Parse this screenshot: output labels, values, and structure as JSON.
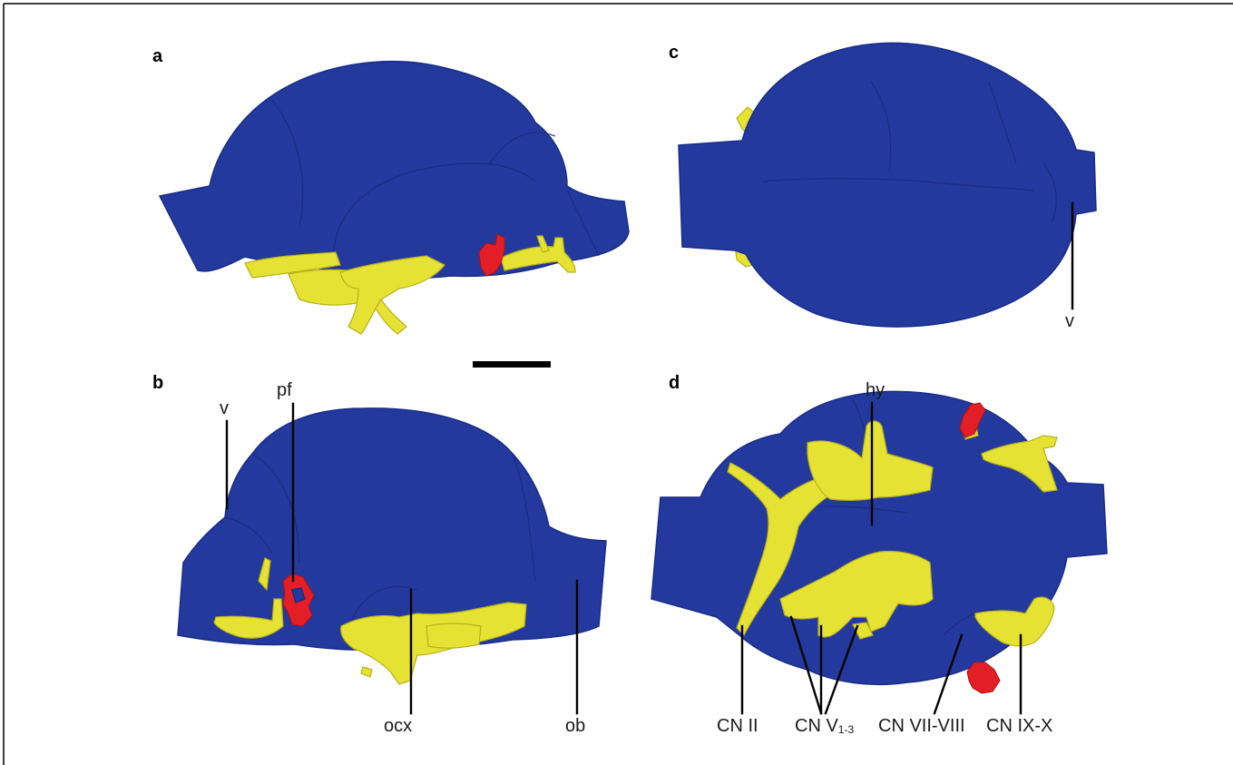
{
  "figure": {
    "colors": {
      "brain": "#23399e",
      "nerve": "#e6e233",
      "vessel": "#e41e26",
      "frame": "#000000"
    },
    "panels": [
      {
        "id": "a",
        "letter": "a"
      },
      {
        "id": "b",
        "letter": "b"
      },
      {
        "id": "c",
        "letter": "c"
      },
      {
        "id": "d",
        "letter": "d"
      }
    ],
    "labels": {
      "b_v": "v",
      "b_pf": "pf",
      "b_ocx": "ocx",
      "b_ob": "ob",
      "c_v": "v",
      "d_hy": "hy",
      "d_cn2": "CN II",
      "d_cnv_main": "CN V",
      "d_cnv_sub": "1-3",
      "d_cn78": "CN VII-VIII",
      "d_cn910": "CN IX-X"
    },
    "scale_bar": {
      "shown": true
    }
  }
}
